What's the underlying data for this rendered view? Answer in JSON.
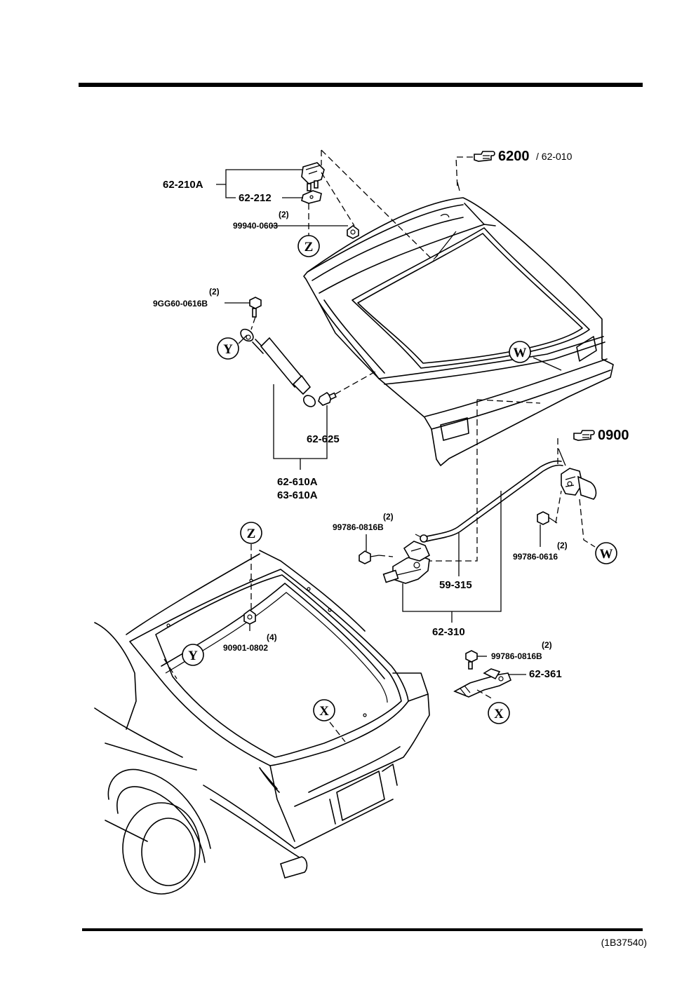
{
  "parts": {
    "hinge_assembly": "62-210A",
    "hinge": "62-212",
    "hinge_nut_qty": "(2)",
    "hinge_nut": "99940-0603",
    "stay_bolt_qty": "(2)",
    "stay_bolt": "9GG60-0616B",
    "stay_ball": "62-625",
    "stay_assembly_1": "62-610A",
    "stay_assembly_2": "63-610A",
    "lock_bolt_qty": "(2)",
    "lock_bolt": "99786-0816B",
    "lock_cable": "59-315",
    "lock_assembly": "62-310",
    "cylinder_bolt_qty": "(2)",
    "cylinder_bolt": "99786-0616",
    "body_nut_qty": "(4)",
    "body_nut": "90901-0802",
    "striker_bolt_qty": "(2)",
    "striker_bolt": "99786-0816B",
    "striker": "62-361"
  },
  "references": {
    "liftgate_ref_main": "6200",
    "liftgate_ref_sub": "/ 62-010",
    "key_cylinder_ref": "0900"
  },
  "markers": {
    "w": "W",
    "x": "X",
    "y": "Y",
    "z": "Z"
  },
  "footer": {
    "diagram_code": "(1B37540)"
  }
}
